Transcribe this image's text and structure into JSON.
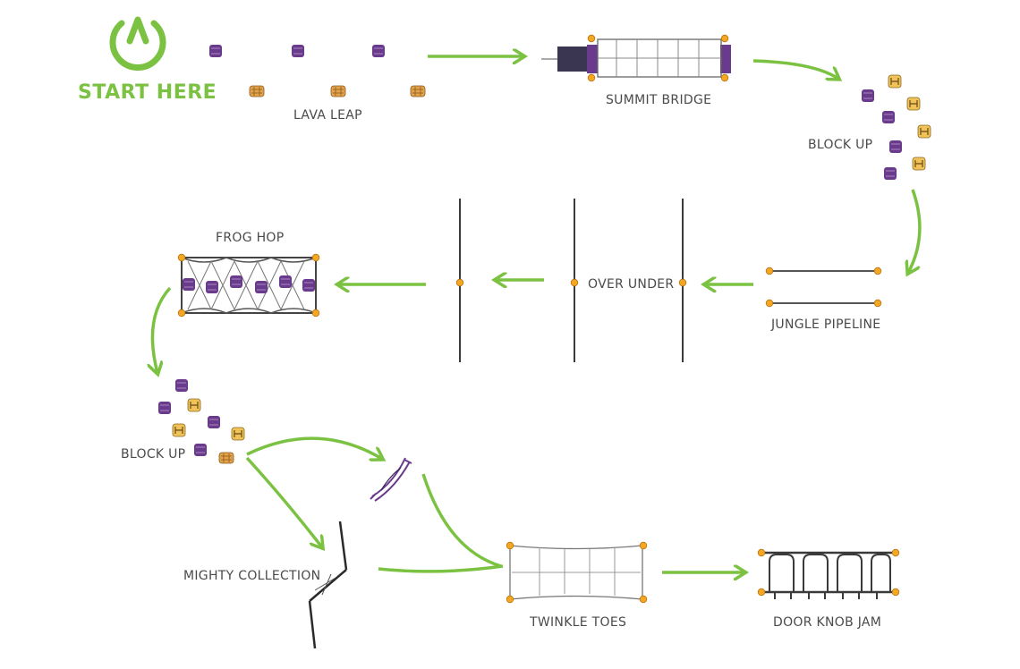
{
  "title": "START HERE",
  "stations": {
    "lava_leap": "LAVA LEAP",
    "summit_bridge": "SUMMIT BRIDGE",
    "block_up_1": "BLOCK UP",
    "jungle_pipeline": "JUNGLE PIPELINE",
    "over_under": "OVER UNDER",
    "frog_hop": "FROG HOP",
    "block_up_2": "BLOCK UP",
    "mighty_collection": "MIGHTY COLLECTION",
    "twinkle_toes": "TWINKLE TOES",
    "door_knob_jam": "DOOR KNOB JAM"
  },
  "colors": {
    "arrow": "#7cc242",
    "purple_block": "#6a3a8c",
    "orange_block": "#e2a24a",
    "yellow_block": "#f0c25a",
    "post": "#f5a623",
    "steel": "#3a3a3a",
    "text": "#4a4a4a"
  },
  "icons": {
    "start": "power-icon"
  }
}
